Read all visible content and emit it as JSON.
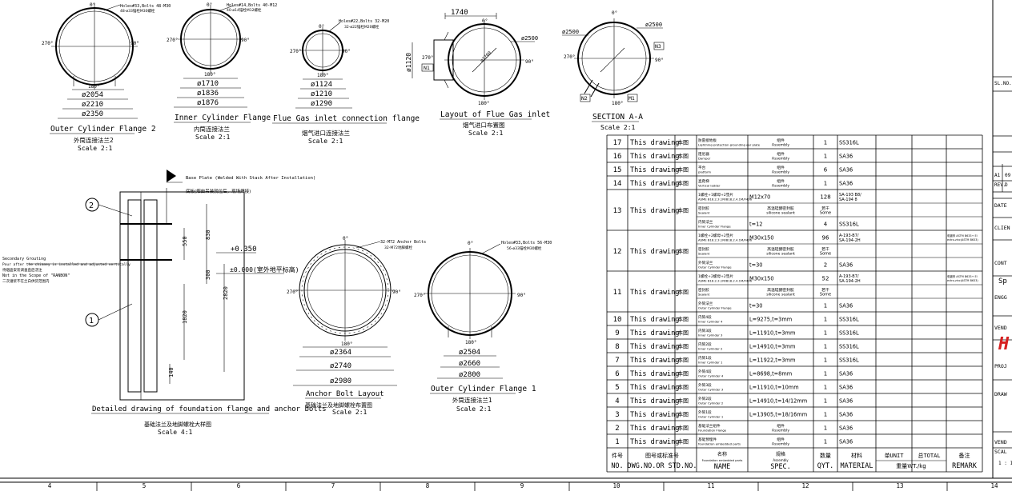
{
  "views": {
    "outer_flange2": {
      "hole_note": "Holes#33,Bolts 48-M30",
      "hole_note_cn": "48-ø33锚栓M30螺栓",
      "angles": [
        "0°",
        "90°",
        "180°",
        "270°"
      ],
      "diameters": [
        "ø2054",
        "ø2210",
        "ø2350"
      ],
      "title": "Outer Cylinder Flange 2",
      "title_cn": "外筒连接法兰2",
      "scale": "Scale 2:1"
    },
    "inner_flange": {
      "hole_note": "Holes#14,Bolts 40-M12",
      "hole_note_cn": "40-ø14锚栓M12螺栓",
      "angles": [
        "0°",
        "90°",
        "180°",
        "270°"
      ],
      "diameters": [
        "ø1710",
        "ø1836",
        "ø1876"
      ],
      "title": "Inner Cylinder Flange",
      "title_cn": "内筒连接法兰",
      "scale": "Scale 2:1"
    },
    "flue_flange": {
      "hole_note": "Holes#22,Bolts 32-M20",
      "hole_note_cn": "32-ø22锚栓M20螺栓",
      "angles": [
        "0°",
        "90°",
        "180°",
        "270°"
      ],
      "diameters": [
        "ø1124",
        "ø1210",
        "ø1290"
      ],
      "title": "Flue Gas inlet connection flange",
      "title_cn": "烟气进口连接法兰",
      "scale": "Scale 2:1"
    },
    "flue_layout": {
      "dim_top": "1740",
      "dim_left": "ø1120",
      "dim_right": "ø2500",
      "dim_inner": "ø1700",
      "angles": [
        "0°",
        "90°",
        "180°",
        "270°"
      ],
      "tag": "N1",
      "title": "Layout of Flue Gas inlet",
      "title_cn": "烟气进口布置图",
      "scale": "Scale 2:1"
    },
    "section_aa": {
      "dim_left": "ø2500",
      "dim_right": "ø2500",
      "angles": [
        "0°",
        "90°",
        "180°",
        "270°"
      ],
      "tags": [
        "N3",
        "N2",
        "M1"
      ],
      "title": "SECTION A-A",
      "scale": "Scale 2:1"
    },
    "foundation": {
      "base_note": "Base Plate (Welded With Stack After Installation)",
      "base_note_cn": "底板(烟囱吊装就位后，现场焊接)",
      "grout_lines": [
        "Secondary Grouting",
        "Pour after the chimney is installed and adjusted vertically",
        "待烟囱安装调垂直后浇注",
        "Not in the Scope of \"RANBON\"",
        "二次灌浆不在兰白供货范围内"
      ],
      "balloons": [
        "2",
        "1"
      ],
      "dims": [
        "550",
        "830",
        "300",
        "2820",
        "1820",
        "140"
      ],
      "level_top": "+0.350",
      "level_zero": "±0.000(室外地平标高)",
      "title": "Detailed drawing of foundation flange and anchor bolts",
      "title_cn": "基础法兰及地脚螺栓大样图",
      "scale": "Scale 4:1"
    },
    "anchor_layout": {
      "hole_note": "32-M72 Anchor Bolts",
      "hole_note_cn": "32-M72地脚螺栓",
      "angles": [
        "0°",
        "90°",
        "180°",
        "270°"
      ],
      "diameters": [
        "ø2364",
        "ø2740",
        "ø2980"
      ],
      "title": "Anchor Bolt Layout",
      "title_cn": "基础法兰及地脚螺栓布置图",
      "scale": "Scale 2:1"
    },
    "outer_flange1": {
      "hole_note": "Holes#33,Bolts 56-M30",
      "hole_note_cn": "56-ø33锚栓M30螺栓",
      "angles": [
        "0°",
        "90°",
        "180°",
        "270°"
      ],
      "diameters": [
        "ø2504",
        "ø2660",
        "ø2800"
      ],
      "title": "Outer Cylinder Flange 1",
      "title_cn": "外筒连接法兰1",
      "scale": "Scale 2:1"
    }
  },
  "bom": {
    "rows": [
      {
        "no": "17",
        "dwg": "This drawing",
        "std": "本图",
        "subs": [
          {
            "name_cn": "防雷接地板",
            "name_en": "Lightning protection grounding ear plate",
            "spec": "组件 Assembly",
            "qty": "1",
            "mat": "SS316L",
            "remark": ""
          }
        ]
      },
      {
        "no": "16",
        "dwg": "This drawing",
        "std": "本图",
        "subs": [
          {
            "name_cn": "阻尼器",
            "name_en": "Damper",
            "spec": "组件 Assembly",
            "qty": "1",
            "mat": "SA36",
            "remark": ""
          }
        ]
      },
      {
        "no": "15",
        "dwg": "This drawing",
        "std": "本图",
        "subs": [
          {
            "name_cn": "平台",
            "name_en": "platform",
            "spec": "组件 Assembly",
            "qty": "6",
            "mat": "SA36",
            "remark": ""
          }
        ]
      },
      {
        "no": "14",
        "dwg": "This drawing",
        "std": "本图",
        "subs": [
          {
            "name_cn": "直爬梯",
            "name_en": "Vertical ladder",
            "spec": "组件 Assembly",
            "qty": "1",
            "mat": "SA36",
            "remark": ""
          }
        ]
      },
      {
        "no": "13",
        "dwg": "This drawing",
        "std": "本图",
        "subs": [
          {
            "name_cn": "1螺栓+1螺母+2垫片",
            "name_en": "ASME B18.2.3.1M/B18.2.4.1M/F436",
            "spec": "M12x70",
            "qty": "128",
            "mat": "SA-193 B8/ SA-194 8",
            "remark": ""
          },
          {
            "name_cn": "密封胶",
            "name_en": "Sealant",
            "spec": "高温硅酮密封胶 silicone sealant",
            "qty": "若干 Some",
            "mat": "",
            "remark": ""
          },
          {
            "name_cn": "内筒法兰",
            "name_en": "Inner Cylinder Flange",
            "spec": "t=12",
            "qty": "4",
            "mat": "SS316L",
            "remark": ""
          }
        ]
      },
      {
        "no": "12",
        "dwg": "This drawing",
        "std": "本图",
        "subs": [
          {
            "name_cn": "1螺栓+2螺母+2垫片",
            "name_en": "ASME B18.2.3.1M/B18.2.4.1M/F436",
            "spec": "M30x150",
            "qty": "96",
            "mat": "A-193-B7/ SA-194-2H",
            "remark": "电镀锌 ASTM B633+ Electro-zinc(ASTM B633)"
          },
          {
            "name_cn": "密封胶",
            "name_en": "Sealant",
            "spec": "高温硅酮密封胶 silicone sealant",
            "qty": "若干 Some",
            "mat": "",
            "remark": ""
          },
          {
            "name_cn": "外筒法兰",
            "name_en": "Outer Cylinder Flange",
            "spec": "t=30",
            "qty": "2",
            "mat": "SA36",
            "remark": ""
          }
        ]
      },
      {
        "no": "11",
        "dwg": "This drawing",
        "std": "本图",
        "subs": [
          {
            "name_cn": "1螺栓+2螺母+2垫片",
            "name_en": "ASME B18.2.3.1M/B18.2.4.1M/F436",
            "spec": "M30x150",
            "qty": "52",
            "mat": "A-193-B7/ SA-194-2H",
            "remark": "电镀锌 ASTM B633+ Electro-zinc(ASTM B633)"
          },
          {
            "name_cn": "密封胶",
            "name_en": "Sealant",
            "spec": "高温硅酮密封胶 silicone sealant",
            "qty": "若干 Some",
            "mat": "",
            "remark": ""
          },
          {
            "name_cn": "外筒法兰",
            "name_en": "Outer Cylinder Flange",
            "spec": "t=30",
            "qty": "1",
            "mat": "SA36",
            "remark": ""
          }
        ]
      },
      {
        "no": "10",
        "dwg": "This drawing",
        "std": "本图",
        "subs": [
          {
            "name_cn": "内筒4段",
            "name_en": "Inner Cylinder 4",
            "spec": "L=9275,t=3mm",
            "qty": "1",
            "mat": "SS316L",
            "remark": ""
          }
        ]
      },
      {
        "no": "9",
        "dwg": "This drawing",
        "std": "本图",
        "subs": [
          {
            "name_cn": "内筒3段",
            "name_en": "Inner Cylinder 3",
            "spec": "L=11910,t=3mm",
            "qty": "1",
            "mat": "SS316L",
            "remark": ""
          }
        ]
      },
      {
        "no": "8",
        "dwg": "This drawing",
        "std": "本图",
        "subs": [
          {
            "name_cn": "内筒2段",
            "name_en": "Inner Cylinder 2",
            "spec": "L=14910,t=3mm",
            "qty": "1",
            "mat": "SS316L",
            "remark": ""
          }
        ]
      },
      {
        "no": "7",
        "dwg": "This drawing",
        "std": "本图",
        "subs": [
          {
            "name_cn": "内筒1段",
            "name_en": "Inner Cylinder 1",
            "spec": "L=11922,t=3mm",
            "qty": "1",
            "mat": "SS316L",
            "remark": ""
          }
        ]
      },
      {
        "no": "6",
        "dwg": "This drawing",
        "std": "本图",
        "subs": [
          {
            "name_cn": "外筒4段",
            "name_en": "Outer Cylinder 4",
            "spec": "L=8698,t=8mm",
            "qty": "1",
            "mat": "SA36",
            "remark": ""
          }
        ]
      },
      {
        "no": "5",
        "dwg": "This drawing",
        "std": "本图",
        "subs": [
          {
            "name_cn": "外筒3段",
            "name_en": "Outer Cylinder 3",
            "spec": "L=11910,t=10mm",
            "qty": "1",
            "mat": "SA36",
            "remark": ""
          }
        ]
      },
      {
        "no": "4",
        "dwg": "This drawing",
        "std": "本图",
        "subs": [
          {
            "name_cn": "外筒2段",
            "name_en": "Outer Cylinder 2",
            "spec": "L=14910,t=14/12mm",
            "qty": "1",
            "mat": "SA36",
            "remark": ""
          }
        ]
      },
      {
        "no": "3",
        "dwg": "This drawing",
        "std": "本图",
        "subs": [
          {
            "name_cn": "外筒1段",
            "name_en": "Outer Cylinder 1",
            "spec": "L=13905,t=18/16mm",
            "qty": "1",
            "mat": "SA36",
            "remark": ""
          }
        ]
      },
      {
        "no": "2",
        "dwg": "This drawing",
        "std": "本图",
        "subs": [
          {
            "name_cn": "基础法兰组件",
            "name_en": "Foundation Flange",
            "spec": "组件 Assembly",
            "qty": "1",
            "mat": "SA36",
            "remark": ""
          }
        ]
      },
      {
        "no": "1",
        "dwg": "This drawing",
        "std": "本图",
        "subs": [
          {
            "name_cn": "基础预埋件",
            "name_en": "foundation embedded parts",
            "spec": "组件 Assembly",
            "qty": "1",
            "mat": "SA36",
            "remark": ""
          }
        ]
      }
    ],
    "header": {
      "no_cn": "件号",
      "no": "NO.",
      "dwg_cn": "图号或标准号",
      "dwg": "DWG.NO.OR STD.NO.",
      "name_cn": "名称",
      "name_small": "Foundation embedded parts",
      "name": "NAME",
      "spec_cn": "规格",
      "spec_small": "Assembly",
      "spec": "SPEC.",
      "qty_cn": "数量",
      "qty": "QYT.",
      "mat_cn": "材料",
      "mat": "MATERIAL",
      "unit": "单UNIT",
      "unit_wt": "重量WT./kg",
      "total": "总TOTAL",
      "remark_cn": "备注",
      "remark": "REMARK"
    }
  },
  "title_block": [
    "SL.NO.",
    "A1",
    "09",
    "REV.",
    "D",
    "DATE",
    "CLIEN",
    "CONT",
    "Sp",
    "ENGG",
    "VEND",
    "H",
    "PROJ",
    "DRAW",
    "VEND",
    "SCAL",
    "1 : 1"
  ],
  "border_numbers": [
    "4",
    "5",
    "6",
    "7",
    "8",
    "9",
    "10",
    "11",
    "12",
    "13",
    "14"
  ]
}
